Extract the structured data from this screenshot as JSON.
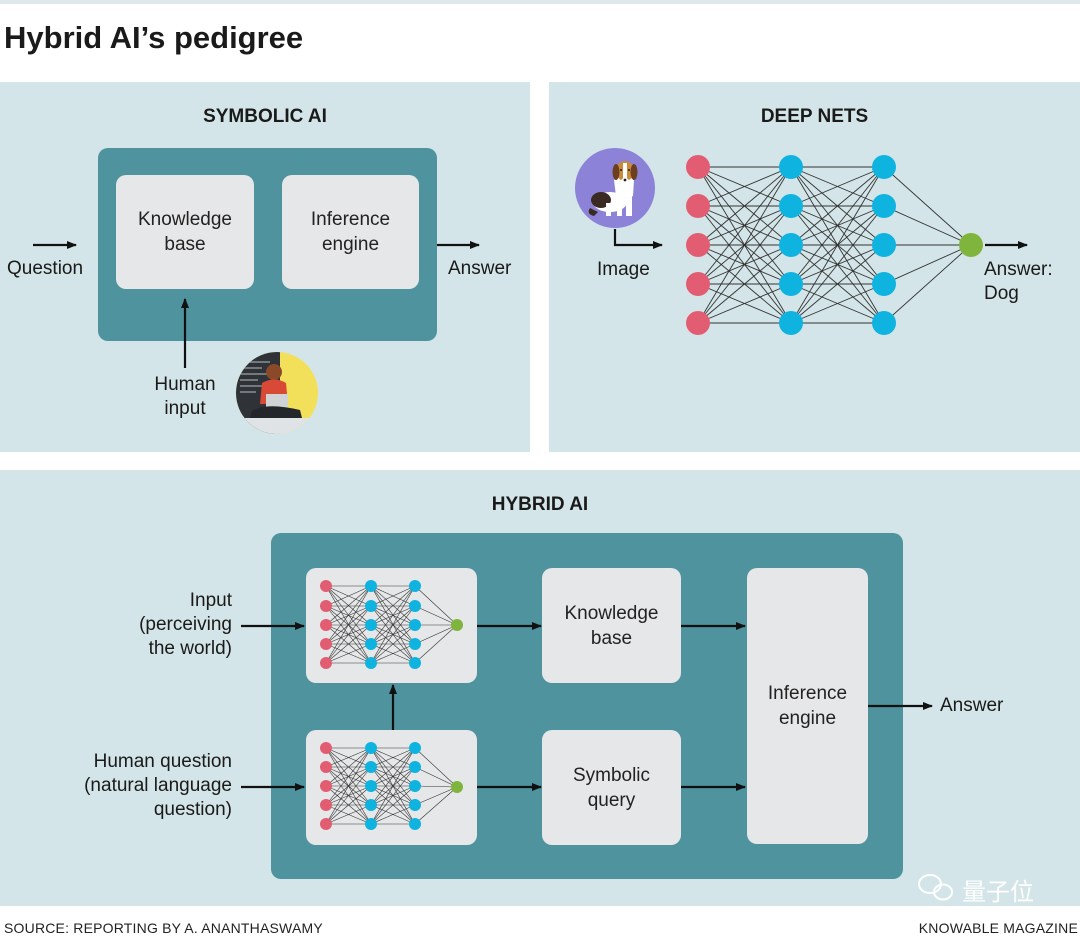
{
  "title": "Hybrid AI’s pedigree",
  "symbolic": {
    "heading": "SYMBOLIC AI",
    "knowledge_base": "Knowledge base",
    "inference_engine": "Inference engine",
    "question": "Question",
    "answer": "Answer",
    "human_input": "Human input"
  },
  "deep": {
    "heading": "DEEP NETS",
    "image": "Image",
    "answer": "Answer: Dog"
  },
  "hybrid": {
    "heading": "HYBRID AI",
    "input": "Input (perceiving the world)",
    "human_question": "Human question (natural language question)",
    "knowledge_base": "Knowledge base",
    "symbolic_query": "Symbolic query",
    "inference_engine": "Inference engine",
    "answer": "Answer"
  },
  "footer": {
    "source": "SOURCE: REPORTING BY A. ANANTHASWAMY",
    "brand": "KNOWABLE MAGAZINE"
  },
  "watermark": "量子位",
  "icons": {
    "dog": "dog-illustration-icon",
    "person": "person-at-laptop-icon",
    "wechat": "wechat-icon"
  },
  "colors": {
    "panel": "#d3e5e8",
    "teal_box": "#4e939d",
    "inner_box": "#e6e7e8",
    "input_node": "#e35d72",
    "hidden_node": "#0fb3e0",
    "output_node": "#80b53d"
  }
}
